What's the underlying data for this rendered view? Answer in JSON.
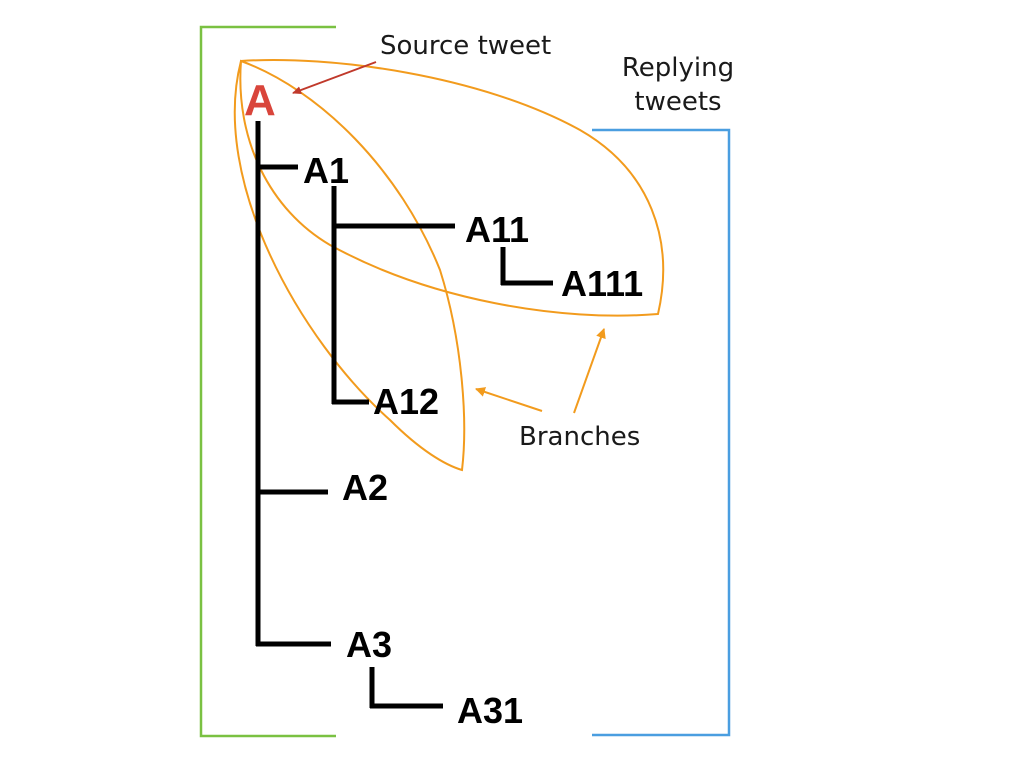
{
  "colors": {
    "source_bracket": "#7ac142",
    "replying_bracket": "#4a9ee0",
    "branch_outline": "#f29b1d",
    "root_label": "#d9453b",
    "source_arrow": "#c0392b",
    "tree_line": "#000000"
  },
  "nodes": {
    "root": "A",
    "a1": "A1",
    "a11": "A11",
    "a111": "A111",
    "a12": "A12",
    "a2": "A2",
    "a3": "A3",
    "a31": "A31"
  },
  "annotations": {
    "source_tweet": "Source tweet",
    "replying_tweets_line1": "Replying",
    "replying_tweets_line2": "tweets",
    "branches": "Branches"
  }
}
